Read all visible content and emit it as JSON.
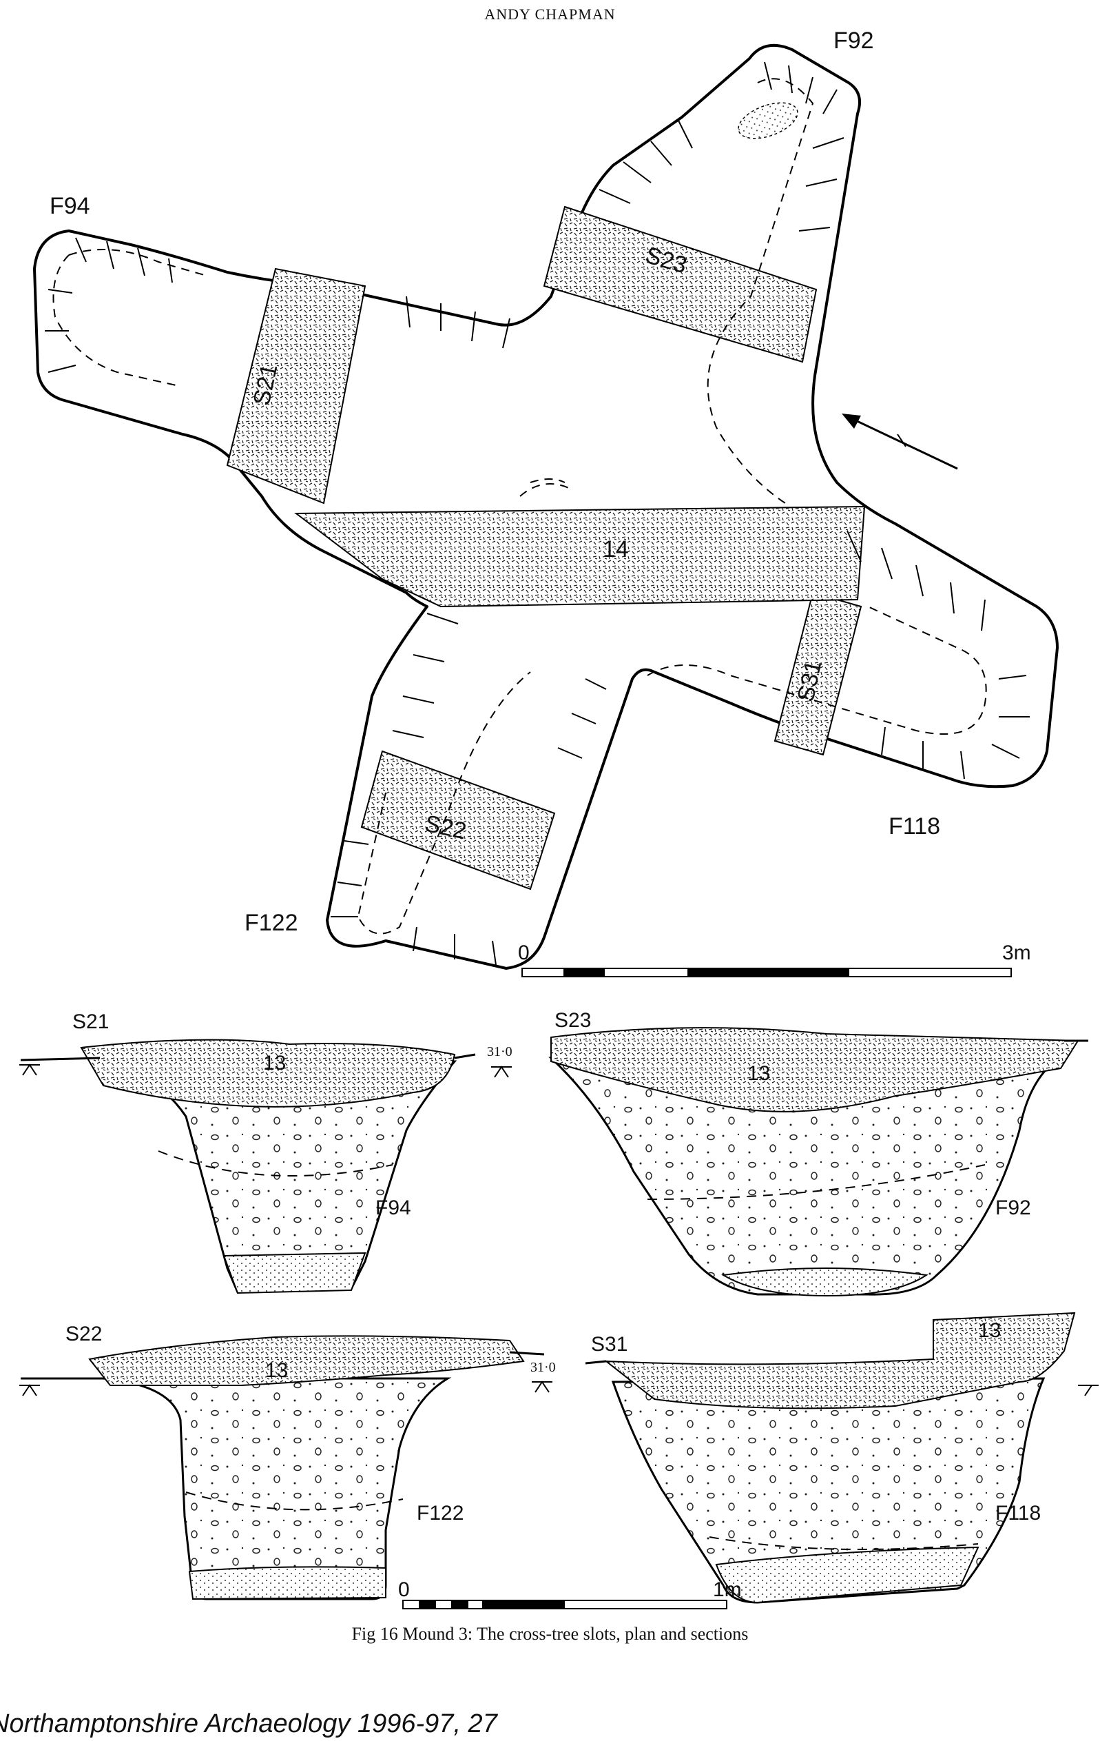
{
  "header": {
    "running_head": "ANDY CHAPMAN"
  },
  "plan": {
    "features": [
      "F92",
      "F94",
      "F118",
      "F122"
    ],
    "slots": [
      "S21",
      "S22",
      "S23",
      "S31"
    ],
    "layer": "14",
    "scale_bar": {
      "start": "0",
      "end": "3m"
    }
  },
  "sections": {
    "panels": [
      {
        "slot": "S21",
        "feature": "F94",
        "layer": "13",
        "level": "31·0"
      },
      {
        "slot": "S23",
        "feature": "F92",
        "layer": "13"
      },
      {
        "slot": "S22",
        "feature": "F122",
        "layer": "13",
        "level": "31·0"
      },
      {
        "slot": "S31",
        "feature": "F118",
        "layer": "13"
      }
    ],
    "scale_bar": {
      "start": "0",
      "end": "1m"
    }
  },
  "caption": "Fig 16 Mound 3: The cross-tree slots, plan and sections",
  "footer": "Northamptonshire Archaeology 1996-97, 27"
}
